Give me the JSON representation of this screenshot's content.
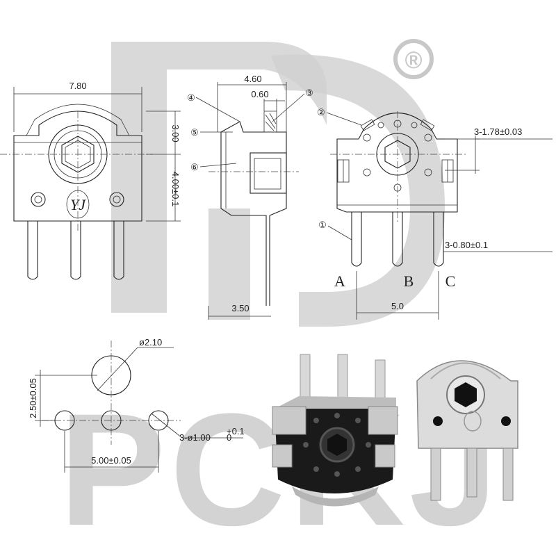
{
  "watermark": {
    "text": "PCKJ",
    "registered_mark": "®",
    "color": "#c8c8c8"
  },
  "front_view": {
    "width_dim": "7.80",
    "height_top_dim": "3.00",
    "height_bottom_dim": "4.00±0.1",
    "logo_text": "YJ"
  },
  "side_view": {
    "width_top_dim": "4.60",
    "inner_dim": "0.60",
    "bottom_dim": "3.50",
    "callouts": [
      "④",
      "⑤",
      "⑥",
      "③"
    ]
  },
  "back_view": {
    "pin_labels": [
      "A",
      "B",
      "C"
    ],
    "slot_dim": "3-1.78±0.03",
    "pin_dim": "3-0.80±0.1",
    "pitch_dim": "5.0",
    "callouts": [
      "②",
      "①"
    ]
  },
  "footprint": {
    "big_hole_dim": "ø2.10",
    "vertical_dim": "2.50±0.05",
    "hole_dim": "3-ø1.00",
    "hole_tol_upper": "+0.1",
    "hole_tol_lower": "0",
    "pitch_dim": "5.00±0.05"
  }
}
